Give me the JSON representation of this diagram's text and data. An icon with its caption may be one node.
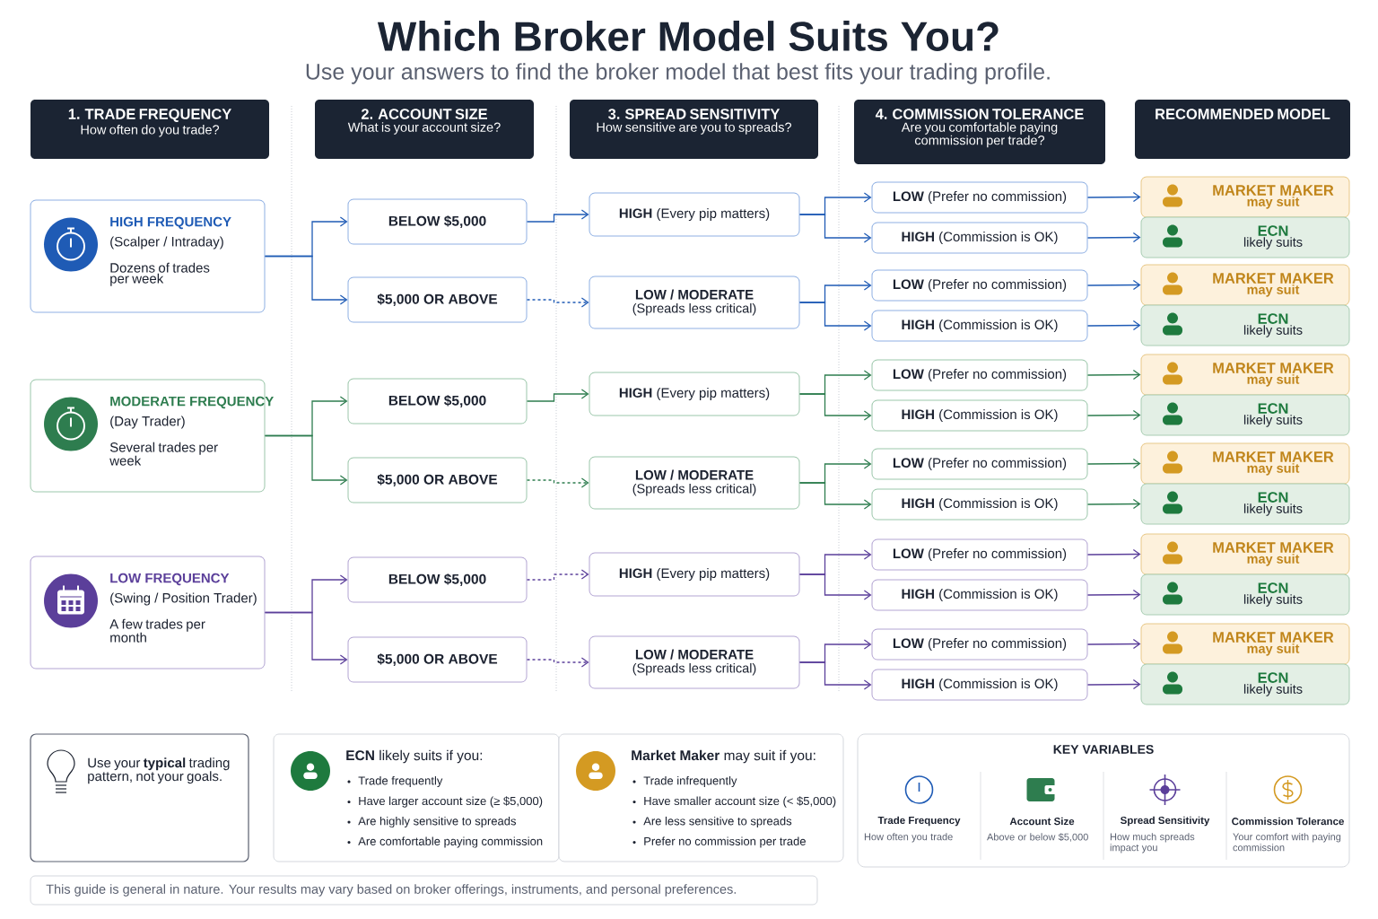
{
  "diagram": {
    "title": "Which Broker Model Suits You?",
    "nodes": [
      {
        "text": [
          "1. TRADE FREQUENCY",
          "How often do you trade?"
        ]
      },
      {
        "text": [
          "2. ACCOUNT SIZE",
          "What is your account size?"
        ]
      },
      {
        "text": [
          "3. SPREAD SENSITIVITY",
          "How sensitive are you to spreads?"
        ]
      },
      {
        "text": [
          "4. COMMISSION TOLERANCE",
          "Are you comfortable paying commission per trade?"
        ]
      },
      {
        "text": [
          "RECOMMENDED MODEL"
        ]
      },
      {
        "text": [
          "HIGH FREQUENCY",
          "(Scalper / Intraday)",
          "Dozens of trades per week"
        ]
      },
      {
        "text": [
          "MODERATE FREQUENCY",
          "(Day Trader)",
          "Several trades per week"
        ]
      },
      {
        "text": [
          "LOW FREQUENCY",
          "(Swing / Position Trader)",
          "A few trades per month"
        ]
      },
      {
        "text": [
          "BELOW $5,000"
        ]
      },
      {
        "text": [
          "$5,000 OR ABOVE"
        ]
      },
      {
        "text": [
          "BELOW $5,000"
        ]
      },
      {
        "text": [
          "$5,000 OR ABOVE"
        ]
      },
      {
        "text": [
          "BELOW $5,000"
        ]
      },
      {
        "text": [
          "$5,000 OR ABOVE"
        ]
      },
      {
        "text": [
          "**HIGH** (Every pip matters)"
        ]
      },
      {
        "text": [
          "LOW / MODERATE",
          "(Spreads less critical)"
        ]
      },
      {
        "text": [
          "**HIGH** (Every pip matters)"
        ]
      },
      {
        "text": [
          "LOW / MODERATE",
          "(Spreads less critical)"
        ]
      },
      {
        "text": [
          "**HIGH** (Every pip matters)"
        ]
      },
      {
        "text": [
          "LOW / MODERATE",
          "(Spreads less critical)"
        ]
      },
      {
        "text": [
          "**LOW** (Prefer no commission)"
        ]
      },
      {
        "text": [
          "**HIGH** (Commission is OK)"
        ]
      },
      {
        "text": [
          "**LOW** (Prefer no commission)"
        ]
      },
      {
        "text": [
          "**HIGH** (Commission is OK)"
        ]
      },
      {
        "text": [
          "**LOW** (Prefer no commission)"
        ]
      },
      {
        "text": [
          "**HIGH** (Commission is OK)"
        ]
      },
      {
        "text": [
          "**LOW** (Prefer no commission)"
        ]
      },
      {
        "text": [
          "**HIGH** (Commission is OK)"
        ]
      },
      {
        "text": [
          "**LOW** (Prefer no commission)"
        ]
      },
      {
        "text": [
          "**HIGH** (Commission is OK)"
        ]
      },
      {
        "text": [
          "**LOW** (Prefer no commission)"
        ]
      },
      {
        "text": [
          "**HIGH** (Commission is OK)"
        ]
      },
      {
        "text": [
          "MARKET MAKER",
          "may suit"
        ]
      },
      {
        "text": [
          "ECN",
          "likely suits"
        ]
      },
      {
        "text": [
          "MARKET MAKER",
          "may suit"
        ]
      },
      {
        "text": [
          "ECN",
          "likely suits"
        ]
      },
      {
        "text": [
          "MARKET MAKER",
          "may suit"
        ]
      },
      {
        "text": [
          "ECN",
          "likely suits"
        ]
      },
      {
        "text": [
          "MARKET MAKER",
          "may suit"
        ]
      },
      {
        "text": [
          "ECN",
          "likely suits"
        ]
      },
      {
        "text": [
          "MARKET MAKER",
          "may suit"
        ]
      },
      {
        "text": [
          "ECN",
          "likely suits"
        ]
      },
      {
        "text": [
          "MARKET MAKER",
          "may suit"
        ]
      },
      {
        "text": [
          "ECN",
          "likely suits"
        ]
      },
      {
        "text": [
          "Use your **typical** trading pattern, not your goals."
        ]
      },
      {
        "text": [
          "**ECN** likely suits if you:",
          "Trade frequently",
          "Have larger account size (≥ $5,000)",
          "Are highly sensitive to spreads",
          "Are comfortable paying commission"
        ]
      },
      {
        "text": [
          "**Market Maker** may suit if you:",
          "Trade infrequently",
          "Have smaller account size (< $5,000)",
          "Are less sensitive to spreads",
          "Prefer no commission per trade"
        ]
      },
      {
        "text": [
          "KEY VARIABLES",
          "Trade Frequency",
          "How often you trade",
          "Account Size",
          "Above or below $5,000",
          "Spread Sensitivity",
          "How much spreads impact you",
          "Commission Tolerance",
          "Your comfort with paying commission"
        ]
      },
      {
        "text": [
          "This guide is general in nature. Your results may vary based on broker offerings, instruments, and personal preferences."
        ]
      }
    ],
    "edges": [
      {
        "from": 5,
        "to": 8,
        "arrow": "to",
        "color": "#1f5bb5"
      },
      {
        "from": 5,
        "to": 9,
        "arrow": "to",
        "color": "#1f5bb5"
      },
      {
        "from": 6,
        "to": 10,
        "arrow": "to",
        "color": "#2e7d4f"
      },
      {
        "from": 6,
        "to": 11,
        "arrow": "to",
        "color": "#2e7d4f"
      },
      {
        "from": 7,
        "to": 12,
        "arrow": "to",
        "color": "#5b3f9a"
      },
      {
        "from": 7,
        "to": 13,
        "arrow": "to",
        "color": "#5b3f9a"
      },
      {
        "from": 8,
        "to": 14,
        "arrow": "to",
        "color": "#1f5bb5"
      },
      {
        "from": 9,
        "to": 15,
        "arrow": "to",
        "style": "dashed",
        "color": "#1f5bb5"
      },
      {
        "from": 10,
        "to": 16,
        "arrow": "to",
        "color": "#2e7d4f"
      },
      {
        "from": 11,
        "to": 17,
        "arrow": "to",
        "style": "dashed",
        "color": "#2e7d4f"
      },
      {
        "from": 12,
        "to": 18,
        "arrow": "to",
        "style": "dashed",
        "color": "#5b3f9a"
      },
      {
        "from": 13,
        "to": 19,
        "arrow": "to",
        "style": "dashed",
        "color": "#5b3f9a"
      },
      {
        "from": 14,
        "to": 20,
        "arrow": "to",
        "color": "#1f5bb5"
      },
      {
        "from": 14,
        "to": 21,
        "arrow": "to",
        "color": "#1f5bb5"
      },
      {
        "from": 15,
        "to": 22,
        "arrow": "to",
        "color": "#1f5bb5"
      },
      {
        "from": 15,
        "to": 23,
        "arrow": "to",
        "color": "#1f5bb5"
      },
      {
        "from": 16,
        "to": 24,
        "arrow": "to",
        "color": "#2e7d4f"
      },
      {
        "from": 16,
        "to": 25,
        "arrow": "to",
        "color": "#2e7d4f"
      },
      {
        "from": 17,
        "to": 26,
        "arrow": "to",
        "color": "#2e7d4f"
      },
      {
        "from": 17,
        "to": 27,
        "arrow": "to",
        "color": "#2e7d4f"
      },
      {
        "from": 18,
        "to": 28,
        "arrow": "to",
        "color": "#5b3f9a"
      },
      {
        "from": 18,
        "to": 29,
        "arrow": "to",
        "color": "#5b3f9a"
      },
      {
        "from": 19,
        "to": 30,
        "arrow": "to",
        "color": "#5b3f9a"
      },
      {
        "from": 19,
        "to": 31,
        "arrow": "to",
        "color": "#5b3f9a"
      },
      {
        "from": 20,
        "to": 32,
        "arrow": "to",
        "color": "#1f5bb5"
      },
      {
        "from": 21,
        "to": 33,
        "arrow": "to",
        "color": "#1f5bb5"
      },
      {
        "from": 22,
        "to": 34,
        "arrow": "to",
        "color": "#1f5bb5"
      },
      {
        "from": 23,
        "to": 35,
        "arrow": "to",
        "color": "#1f5bb5"
      },
      {
        "from": 24,
        "to": 36,
        "arrow": "to",
        "color": "#2e7d4f"
      },
      {
        "from": 25,
        "to": 37,
        "arrow": "to",
        "color": "#2e7d4f"
      },
      {
        "from": 26,
        "to": 38,
        "arrow": "to",
        "color": "#2e7d4f"
      },
      {
        "from": 27,
        "to": 39,
        "arrow": "to",
        "color": "#2e7d4f"
      },
      {
        "from": 28,
        "to": 40,
        "arrow": "to",
        "color": "#5b3f9a"
      },
      {
        "from": 29,
        "to": 41,
        "arrow": "to",
        "color": "#5b3f9a"
      },
      {
        "from": 30,
        "to": 42,
        "arrow": "to",
        "color": "#5b3f9a"
      },
      {
        "from": 31,
        "to": 43,
        "arrow": "to",
        "color": "#5b3f9a"
      }
    ],
    "labels": [
      "Use your answers to find the broker model that best fits your trading profile."
    ]
  }
}
